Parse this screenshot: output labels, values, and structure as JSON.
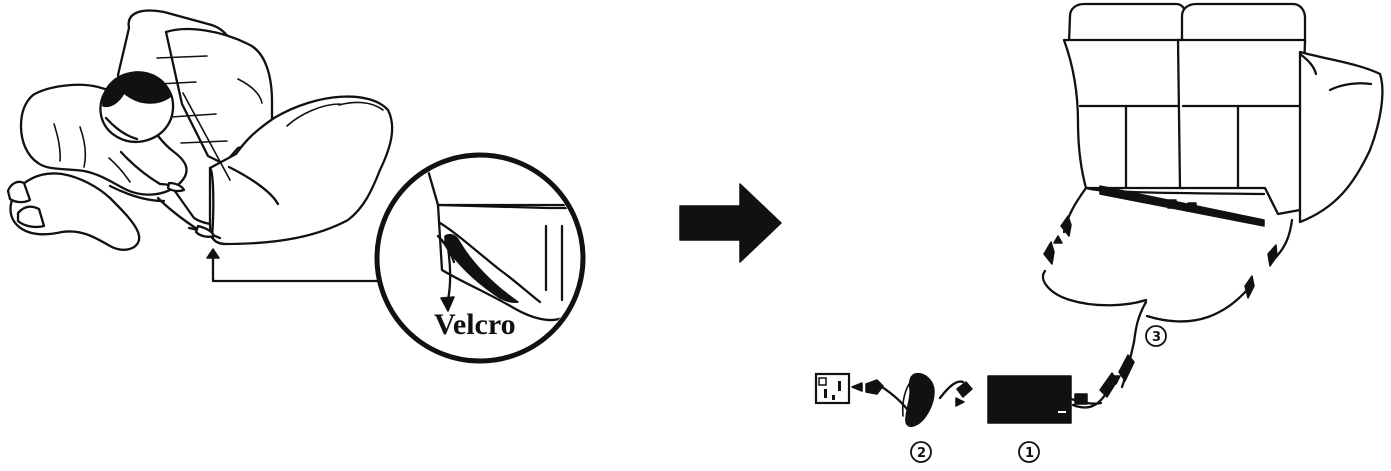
{
  "diagram": {
    "callout": {
      "text": "Velcro"
    },
    "parts": [
      {
        "number": "1"
      },
      {
        "number": "2"
      },
      {
        "number": "3"
      }
    ]
  }
}
